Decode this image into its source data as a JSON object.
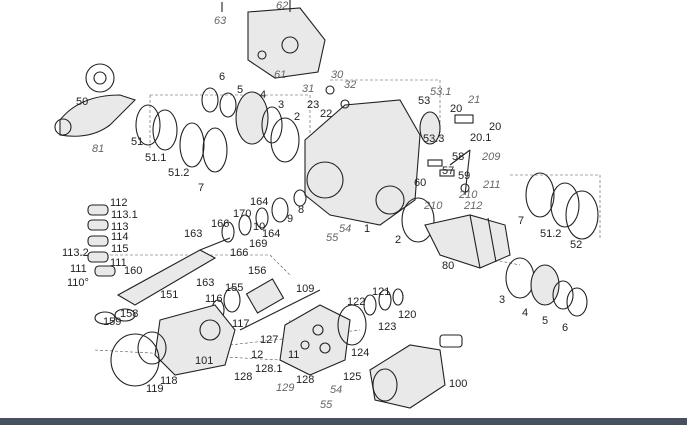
{
  "colors": {
    "line": "#222222",
    "label_italic": "#666666",
    "bottom_bar": "#46505e"
  },
  "labels": [
    {
      "t": "63",
      "i": true
    },
    {
      "t": "62",
      "i": true
    },
    {
      "t": "50"
    },
    {
      "t": "6"
    },
    {
      "t": "5"
    },
    {
      "t": "4"
    },
    {
      "t": "3"
    },
    {
      "t": "61",
      "i": true
    },
    {
      "t": "30",
      "i": true
    },
    {
      "t": "31",
      "i": true
    },
    {
      "t": "32",
      "i": true
    },
    {
      "t": "23"
    },
    {
      "t": "22"
    },
    {
      "t": "53.1",
      "i": true
    },
    {
      "t": "53"
    },
    {
      "t": "20"
    },
    {
      "t": "21",
      "i": true
    },
    {
      "t": "20.1"
    },
    {
      "t": "20"
    },
    {
      "t": "53.3"
    },
    {
      "t": "2"
    },
    {
      "t": "51"
    },
    {
      "t": "51.1"
    },
    {
      "t": "81",
      "i": true
    },
    {
      "t": "51.2"
    },
    {
      "t": "7"
    },
    {
      "t": "58"
    },
    {
      "t": "209",
      "i": true
    },
    {
      "t": "57"
    },
    {
      "t": "59"
    },
    {
      "t": "60"
    },
    {
      "t": "211",
      "i": true
    },
    {
      "t": "210",
      "i": true
    },
    {
      "t": "210",
      "i": true
    },
    {
      "t": "212",
      "i": true
    },
    {
      "t": "112"
    },
    {
      "t": "113.1"
    },
    {
      "t": "113"
    },
    {
      "t": "114"
    },
    {
      "t": "115"
    },
    {
      "t": "113.2"
    },
    {
      "t": "111"
    },
    {
      "t": "111"
    },
    {
      "t": "110°"
    },
    {
      "t": "163"
    },
    {
      "t": "166"
    },
    {
      "t": "170"
    },
    {
      "t": "164"
    },
    {
      "t": "10"
    },
    {
      "t": "9"
    },
    {
      "t": "8"
    },
    {
      "t": "164"
    },
    {
      "t": "169"
    },
    {
      "t": "166"
    },
    {
      "t": "55",
      "i": true
    },
    {
      "t": "54",
      "i": true
    },
    {
      "t": "1"
    },
    {
      "t": "2"
    },
    {
      "t": "7"
    },
    {
      "t": "51.2"
    },
    {
      "t": "52"
    },
    {
      "t": "80"
    },
    {
      "t": "160"
    },
    {
      "t": "163"
    },
    {
      "t": "156"
    },
    {
      "t": "109"
    },
    {
      "t": "151"
    },
    {
      "t": "155"
    },
    {
      "t": "116"
    },
    {
      "t": "158"
    },
    {
      "t": "159"
    },
    {
      "t": "117"
    },
    {
      "t": "122"
    },
    {
      "t": "121"
    },
    {
      "t": "120"
    },
    {
      "t": "123"
    },
    {
      "t": "3"
    },
    {
      "t": "4"
    },
    {
      "t": "5"
    },
    {
      "t": "6"
    },
    {
      "t": "127"
    },
    {
      "t": "12"
    },
    {
      "t": "11"
    },
    {
      "t": "124"
    },
    {
      "t": "101"
    },
    {
      "t": "128.1"
    },
    {
      "t": "118"
    },
    {
      "t": "119"
    },
    {
      "t": "128"
    },
    {
      "t": "128"
    },
    {
      "t": "129",
      "i": true
    },
    {
      "t": "125"
    },
    {
      "t": "54",
      "i": true
    },
    {
      "t": "55",
      "i": true
    },
    {
      "t": "100"
    }
  ]
}
